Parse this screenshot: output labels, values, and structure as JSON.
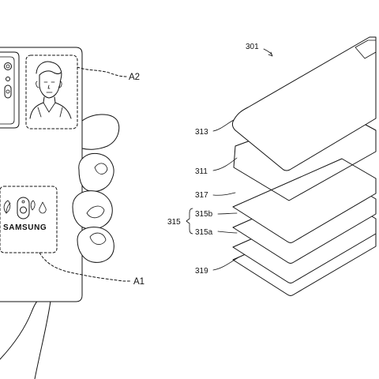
{
  "labels": {
    "a2": "A2",
    "a1": "A1",
    "samsung": "SAMSUNG",
    "ref_301": "301",
    "ref_313": "313",
    "ref_311": "311",
    "ref_317": "317",
    "ref_315": "315",
    "ref_315b": "315b",
    "ref_315a": "315a",
    "ref_319": "319"
  }
}
